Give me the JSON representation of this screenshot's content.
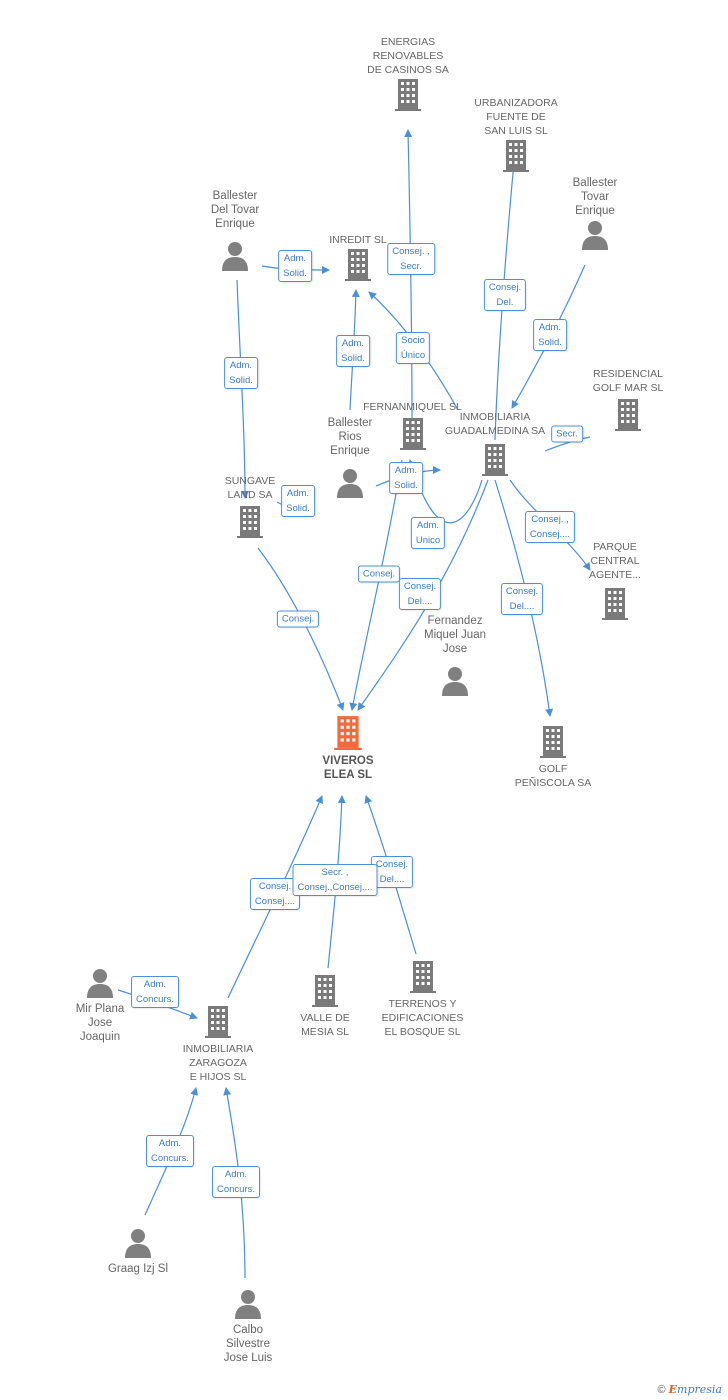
{
  "colors": {
    "edge": "#4a90d9",
    "building": "#7a7a7a",
    "building_main": "#f26a3b",
    "person": "#808080",
    "label": "#3b7cc4"
  },
  "nodes": {
    "energias": {
      "label": "ENERGIAS\nRENOVABLES\nDE CASINOS SA",
      "icon": "building-icon"
    },
    "urbanizadora": {
      "label": "URBANIZADORA\nFUENTE DE\nSAN LUIS SL",
      "icon": "building-icon"
    },
    "ballester_del_tovar": {
      "label": "Ballester\nDel Tovar\nEnrique",
      "icon": "person-icon"
    },
    "inredit": {
      "label": "INREDIT SL",
      "icon": "building-icon"
    },
    "ballester_tovar": {
      "label": "Ballester\nTovar\nEnrique",
      "icon": "person-icon"
    },
    "residencial": {
      "label": "RESIDENCIAL\nGOLF MAR SL",
      "icon": "building-icon"
    },
    "fernanmiquel": {
      "label": "FERNANMIQUEL SL",
      "icon": "building-icon"
    },
    "guadalmedina": {
      "label": "INMOBILIARIA\nGUADALMEDINA SA",
      "icon": "building-icon"
    },
    "ballester_rios": {
      "label": "Ballester\nRios\nEnrique",
      "icon": "person-icon"
    },
    "sungave": {
      "label": "SUNGAVE\nLAND SA",
      "icon": "building-icon"
    },
    "parque": {
      "label": "PARQUE\nCENTRAL\nAGENTE...",
      "icon": "building-icon"
    },
    "fernandez": {
      "label": "Fernandez\nMiquel Juan\nJose",
      "icon": "person-icon"
    },
    "viveros": {
      "label": "VIVEROS\nELEA SL",
      "icon": "building-main-icon"
    },
    "golf_peniscola": {
      "label": "GOLF\nPEÑISCOLA SA",
      "icon": "building-icon"
    },
    "mir_plana": {
      "label": "Mir Plana\nJose\nJoaquin",
      "icon": "person-icon"
    },
    "zaragoza": {
      "label": "INMOBILIARIA\nZARAGOZA\nE HIJOS SL",
      "icon": "building-icon"
    },
    "valle": {
      "label": "VALLE DE\nMESIA  SL",
      "icon": "building-icon"
    },
    "terrenos": {
      "label": "TERRENOS Y\nEDIFICACIONES\nEL BOSQUE  SL",
      "icon": "building-icon"
    },
    "graag": {
      "label": "Graag Izj Sl",
      "icon": "person-icon"
    },
    "calbo": {
      "label": "Calbo\nSilvestre\nJose Luis",
      "icon": "person-icon"
    }
  },
  "relations": {
    "r_del_tovar_inredit": "Adm.\nSolid.",
    "r_del_tovar_sungave": "Adm.\nSolid.",
    "r_fernanmiquel_energias": "Consej. ,\nSecr.",
    "r_guadalmedina_urbanizadora": "Consej.\nDel.",
    "r_tovar_guadalmedina": "Adm.\nSolid.",
    "r_rios_inredit": "Adm.\nSolid.",
    "r_socio_unico": "Socio\nÚnico",
    "r_guadalmedina_residencial": "Secr.",
    "r_rios_fernanmiquel": "Adm.\nSolid.",
    "r_sungave_self": "Adm.\nSolid.",
    "r_adm_unico": "Adm.\nUnico",
    "r_guadalmedina_parque": "Consej. ,\nConsej....",
    "r_sungave_viveros": "Consej.",
    "r_fernanmiquel_viveros": "Consej.",
    "r_guadalmedina_viveros": "Consej.\nDel....",
    "r_guadalmedina_golf": "Consej.\nDel....",
    "r_zaragoza_viveros": "Consej.\nConsej....",
    "r_valle_viveros": "Secr. ,\nConsej.,Consej....",
    "r_terrenos_viveros": "Consej.\nDel....",
    "r_mir_zaragoza": "Adm.\nConcurs.",
    "r_graag_zaragoza": "Adm.\nConcurs.",
    "r_calbo_zaragoza": "Adm.\nConcurs."
  },
  "footer": {
    "copyright": "©",
    "brand_e": "E",
    "brand_rest": "mpresia"
  }
}
